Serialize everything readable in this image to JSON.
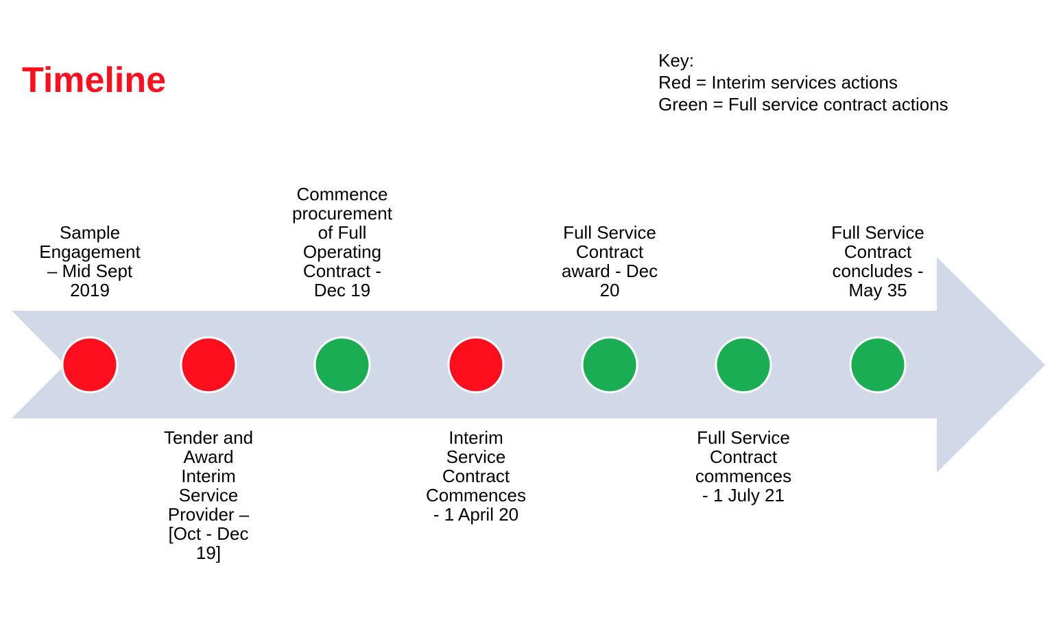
{
  "title": "Timeline",
  "key": {
    "heading": "Key:",
    "red_line": "Red = Interim services actions",
    "green_line": "Green = Full service contract actions"
  },
  "colors": {
    "title": "#ff0f1e",
    "arrow_fill": "#d1d8e7",
    "interim": "#ff0f1e",
    "full_service": "#1aad53",
    "marker_stroke": "#ffffff"
  },
  "milestones": [
    {
      "label": "Sample\nEngagement\n– Mid Sept\n2019",
      "type": "interim",
      "placement": "above"
    },
    {
      "label": "Tender and\nAward\nInterim\nService\nProvider –\n[Oct - Dec\n19]",
      "type": "interim",
      "placement": "below"
    },
    {
      "label": "Commence\nprocurement\nof Full\nOperating\nContract -\nDec 19",
      "type": "full_service",
      "placement": "above"
    },
    {
      "label": "Interim\nService\nContract\nCommences\n- 1 April 20",
      "type": "interim",
      "placement": "below"
    },
    {
      "label": "Full Service\nContract\naward - Dec\n20",
      "type": "full_service",
      "placement": "above"
    },
    {
      "label": "Full Service\nContract\ncommences\n- 1 July 21",
      "type": "full_service",
      "placement": "below"
    },
    {
      "label": "Full Service\nContract\nconcludes -\nMay 35",
      "type": "full_service",
      "placement": "above"
    }
  ]
}
